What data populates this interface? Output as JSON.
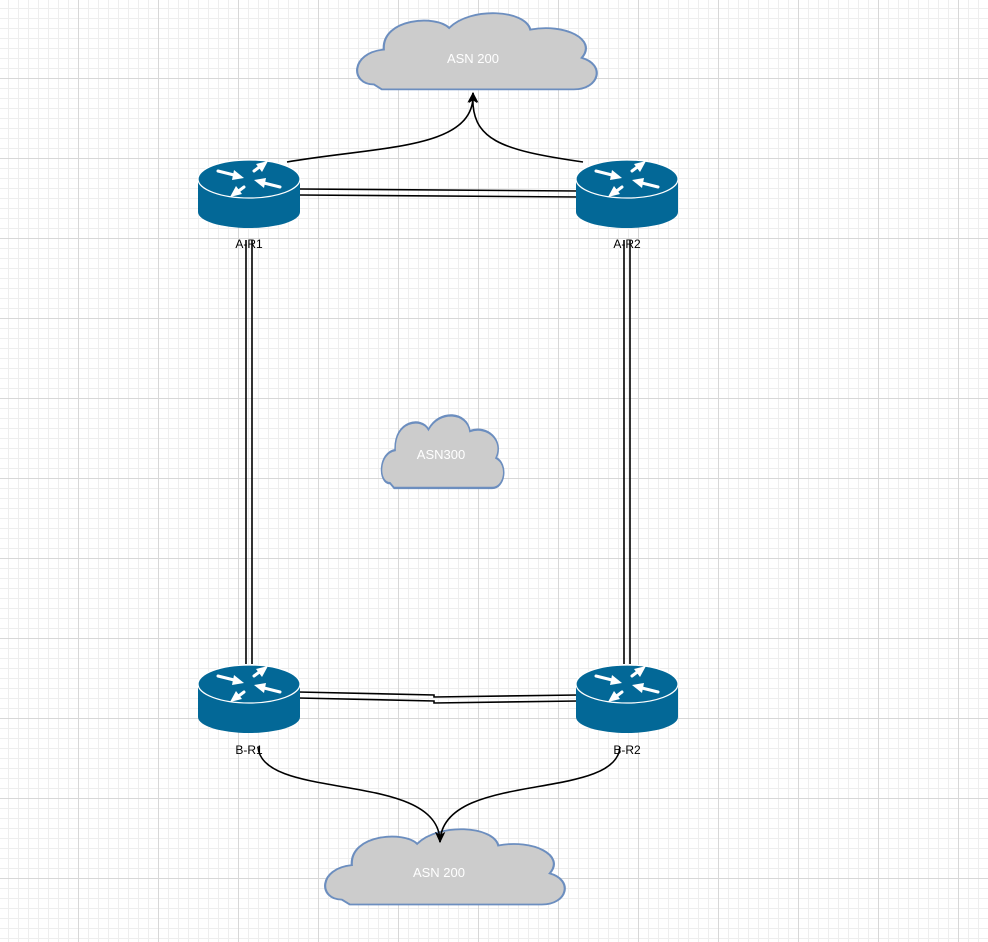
{
  "clouds": {
    "top": {
      "label": "ASN 200"
    },
    "center": {
      "label": "ASN300"
    },
    "bottom": {
      "label": "ASN 200"
    }
  },
  "routers": {
    "a_r1": {
      "label": "A-R1"
    },
    "a_r2": {
      "label": "A-R2"
    },
    "b_r1": {
      "label": "B-R1"
    },
    "b_r2": {
      "label": "B-R2"
    }
  },
  "links": [
    {
      "from": "A-R1",
      "to": "A-R2",
      "style": "double-line"
    },
    {
      "from": "A-R1",
      "to": "B-R1",
      "style": "double-line"
    },
    {
      "from": "A-R2",
      "to": "B-R2",
      "style": "double-line"
    },
    {
      "from": "B-R1",
      "to": "B-R2",
      "style": "double-line"
    },
    {
      "from": "A-R1",
      "to": "ASN 200 (top)",
      "style": "arrow"
    },
    {
      "from": "A-R2",
      "to": "ASN 200 (top)",
      "style": "arrow"
    },
    {
      "from": "B-R1",
      "to": "ASN 200 (bottom)",
      "style": "arrow"
    },
    {
      "from": "B-R2",
      "to": "ASN 200 (bottom)",
      "style": "arrow"
    }
  ],
  "colors": {
    "cloud_fill": "#cccccc",
    "cloud_stroke": "#6c8ebf",
    "router_fill": "#036897",
    "router_symbol": "#ffffff",
    "line": "#000000"
  }
}
